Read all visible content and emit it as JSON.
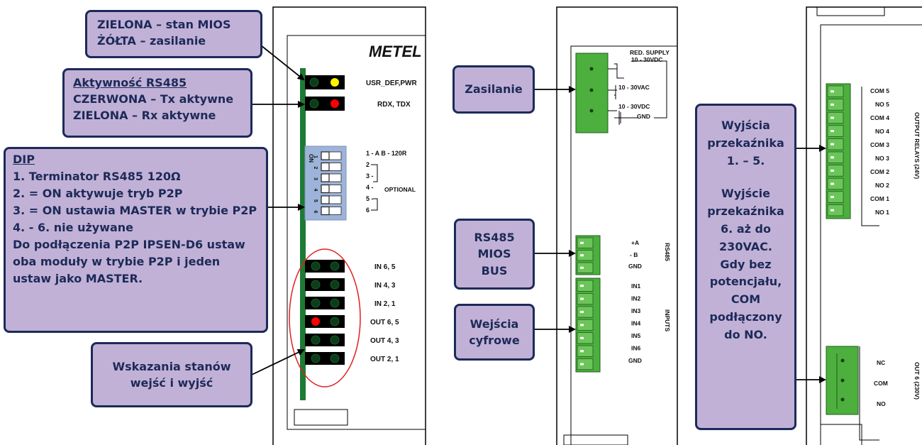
{
  "device1": {
    "logo": "METEL",
    "status_labels": [
      "USR_DEF,PWR",
      "RDX, TDX"
    ],
    "dip_numbers": [
      "1",
      "2",
      "3",
      "4",
      "5",
      "6"
    ],
    "dip_on_label": "ON",
    "dip_labels": [
      "1 - A B - 120R",
      "2",
      "3 -",
      "4 -",
      "5 -",
      "6"
    ],
    "dip_optional": "OPTIONAL",
    "io_labels": [
      "IN 6, 5",
      "IN 4, 3",
      "IN 2, 1",
      "OUT 6, 5",
      "OUT 4, 3",
      "OUT 2, 1"
    ],
    "led_colors": {
      "yellow": "#fff200",
      "red": "#ff0000",
      "green": "#0b3d1a"
    }
  },
  "device2": {
    "supply_labels": [
      "RED. SUPPLY",
      "10 - 30VDC",
      "10 - 30VAC",
      "10 - 30VDC",
      "GND"
    ],
    "rs485_labels": [
      "+A",
      "- B",
      "GND"
    ],
    "rs485_title": "RS485",
    "input_labels": [
      "IN1",
      "IN2",
      "IN3",
      "IN4",
      "IN5",
      "IN6",
      "GND"
    ],
    "inputs_title": "INPUTS"
  },
  "device3": {
    "relay_labels": [
      "COM 5",
      "NO 5",
      "COM 4",
      "NO 4",
      "COM 3",
      "NO 3",
      "COM 2",
      "NO 2",
      "COM 1",
      "NO 1"
    ],
    "relays_title": "OUTPUT RELAYS (24V)",
    "out6_labels": [
      "NC",
      "COM",
      "NO"
    ],
    "out6_title": "OUT 6 (230V)"
  },
  "callouts": {
    "led_status": [
      "ZIELONA – stan MIOS",
      "ŻÓŁTA – zasilanie"
    ],
    "rs485_activity": {
      "title": "Aktywność RS485",
      "lines": [
        "CZERWONA – Tx aktywne",
        "ZIELONA – Rx aktywne"
      ]
    },
    "dip": {
      "title": "DIP",
      "lines": [
        "1. Terminator RS485 120Ω",
        "2. = ON aktywuje tryb P2P",
        "3. = ON ustawia MASTER w trybie P2P",
        "4. - 6. nie używane",
        "Do podłączenia P2P IPSEN-D6 ustaw oba moduły w trybie P2P i jeden ustaw jako MASTER."
      ]
    },
    "io_states": "Wskazania stanów wejść i wyjść",
    "supply": "Zasilanie",
    "rs485_bus": "RS485 MIOS BUS",
    "digital_inputs": "Wejścia cyfrowe",
    "relays": "Wyjścia przekaźnika 1. – 5.",
    "relay6": "Wyjście przekaźnika 6. aż do 230VAC. Gdy bez potencjału, COM podłączony do NO."
  },
  "colors": {
    "callout_fill": "#c2b1d6",
    "callout_border": "#1c2a59",
    "terminal_green": "#4caf3e",
    "pcb_green": "#1e7a35",
    "dip_blue": "#9db3d9"
  }
}
